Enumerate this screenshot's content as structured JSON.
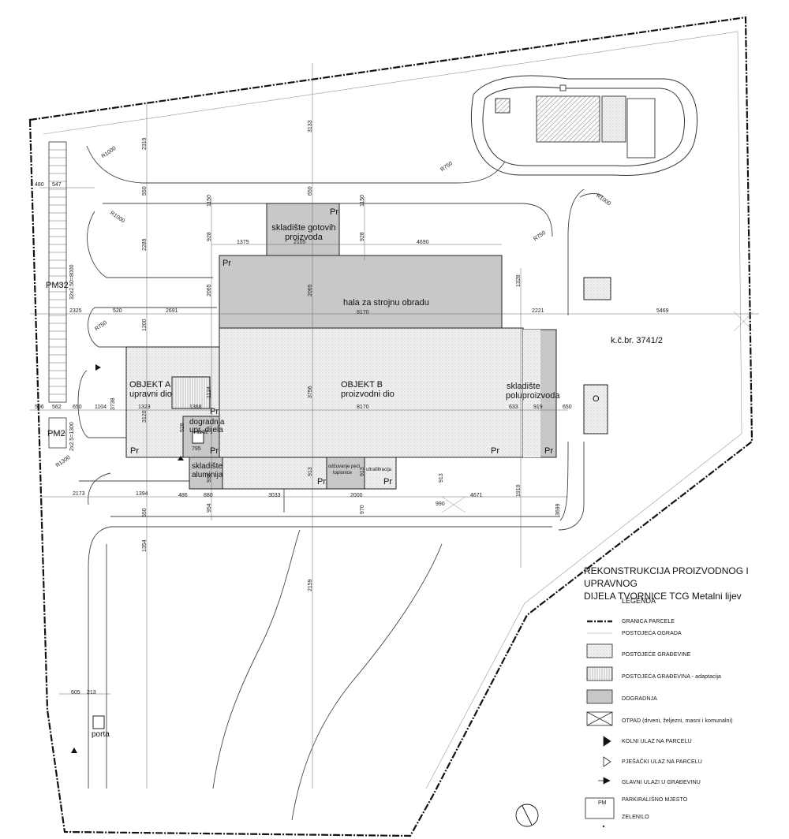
{
  "title": {
    "line1": "REKONSTRUKCIJA PROIZVODNOG I UPRAVNOG",
    "line2": "DIJELA TVORNICE TCG Metalni lijev"
  },
  "parcel_label": "k.č.br. 3741/2",
  "buildings": {
    "skladiste_gotovih": "skladište gotovih proizvoda",
    "hala": "hala za strojnu obradu",
    "objekt_a_name": "OBJEKT A",
    "objekt_a_sub": "upravni dio",
    "objekt_b_name": "OBJEKT B",
    "objekt_b_sub": "proizvodni dio",
    "skladiste_polu_1": "skladište",
    "skladiste_polu_2": "poluproizvoda",
    "dogradnja_1": "dogradnja",
    "dogradnja_2": "upr. dijela",
    "skladiste_al_1": "skladište",
    "skladiste_al_2": "aluminija",
    "odvajanje_1": "odčuvanje peći",
    "odvajanje_2": "topionice",
    "ultrafiltracija": "ultrafiltracija",
    "porta": "porta",
    "otpad_mark": "O",
    "pr": "Pr"
  },
  "parking": {
    "pm32": "PM32",
    "pm2": "PM2",
    "pm32_dim": "32x2.50=8000",
    "pm2_dim": "2x2.5=1300"
  },
  "dimensions": {
    "d480": "480",
    "d547": "547",
    "d2325": "2325",
    "d520": "520",
    "d2691": "2691",
    "d8170a": "8170",
    "d8170b": "8170",
    "d2221": "2221",
    "d5469": "5469",
    "d1375": "1375",
    "d2105": "2105",
    "d4690": "4690",
    "d506": "506",
    "d562": "562",
    "d650a": "650",
    "d1104": "1104",
    "d1323": "1323",
    "d1368": "1368",
    "d633": "633",
    "d919": "919",
    "d650b": "650",
    "d795": "795",
    "d2173": "2173",
    "d880": "880",
    "d3033": "3033",
    "d2000": "2000",
    "d4671": "4671",
    "d1394": "1394",
    "d486": "486",
    "d605": "605",
    "d213": "213",
    "d913a": "913",
    "d913b": "913",
    "d913c": "913",
    "d2319": "2319",
    "d550a": "550",
    "d2289": "2289",
    "d3133": "3133",
    "d1150a": "1150",
    "d650c": "650",
    "d1150b": "1150",
    "d928a": "928",
    "d928b": "928",
    "d2065": "2065",
    "d1200": "1200",
    "d3756": "3756",
    "d3120": "3120",
    "d1328": "1328",
    "d550b": "550",
    "d1354": "1354",
    "d2159": "2159",
    "d3699": "3699",
    "d1910": "1910",
    "d970": "970",
    "d954": "954",
    "d990": "990",
    "r1000a": "R1000",
    "r1000b": "R1000",
    "r1000c": "R1000",
    "r750a": "R750",
    "r750b": "R750",
    "r750c": "R750",
    "r1300": "R1300",
    "d1124": "1124",
    "d3738": "3738",
    "d1102": "1102",
    "d528": "528",
    "d938": "938"
  },
  "legend": {
    "heading": "LEGENDA",
    "items": [
      {
        "label": "GRANICA PARCELE"
      },
      {
        "label": "POSTOJEĆA OGRADA"
      },
      {
        "label": "POSTOJEĆE GRAĐEVINE"
      },
      {
        "label": "POSTOJEĆA GRAĐEVINA - adaptacija"
      },
      {
        "label": "DOGRADNJA"
      },
      {
        "label": "OTPAD (drveni, željezni, masni i komunalni)"
      },
      {
        "label": "KOLNI ULAZ NA PARCELU"
      },
      {
        "label": "PJEŠAČKI ULAZ NA PARCELU"
      },
      {
        "label": "GLAVNI ULAZI U GRAĐEVINU"
      },
      {
        "label": "PARKIRALIŠNO MJESTO",
        "symbol_text": "PM"
      },
      {
        "label": "ZELENILO"
      }
    ]
  },
  "colors": {
    "dogradnja_fill": "#c8c8c8",
    "existing_fill": "#eeeeee",
    "line": "#111111",
    "thin_line": "#555555"
  }
}
